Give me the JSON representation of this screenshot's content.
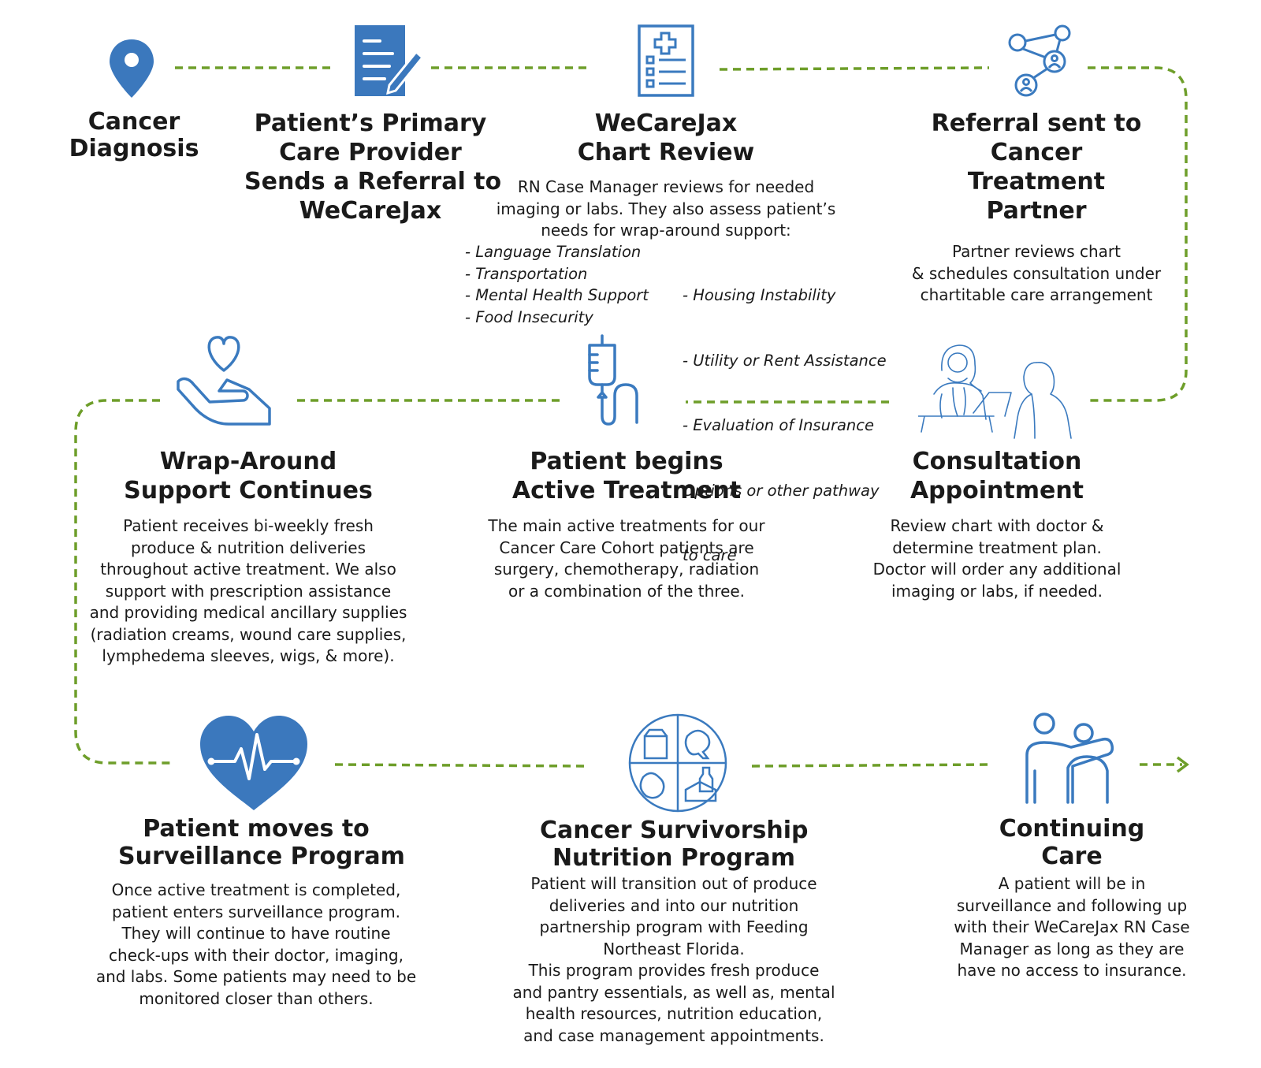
{
  "colors": {
    "connector": "#6e9e2a",
    "icon_blue": "#3a7abf",
    "icon_fill": "#3b78bd"
  },
  "steps": [
    {
      "title_lines": [
        "Cancer",
        "Diagnosis"
      ],
      "desc_lines": []
    },
    {
      "title_lines": [
        "Patient’s Primary",
        "Care Provider",
        "Sends a Referral to",
        "WeCareJax"
      ],
      "desc_lines": []
    },
    {
      "title_lines": [
        "WeCareJax",
        "Chart Review"
      ],
      "desc_lines": [
        "RN Case Manager reviews for needed",
        "imaging or labs. They also assess patient’s",
        "needs for wrap-around support:"
      ],
      "needs_left": [
        "- Language Translation",
        "- Transportation",
        "- Mental Health Support",
        "- Food Insecurity"
      ],
      "needs_right": [
        " - Housing Instability",
        " - Utility or Rent Assistance",
        " - Evaluation of Insurance",
        "Options or other pathway",
        "to care"
      ]
    },
    {
      "title_lines": [
        "Referral sent to",
        "Cancer",
        "Treatment",
        "Partner"
      ],
      "desc_lines": [
        "Partner reviews chart",
        "& schedules consultation under",
        "chartitable care arrangement"
      ]
    },
    {
      "title_lines": [
        "Consultation",
        "Appointment"
      ],
      "desc_lines": [
        "Review chart with doctor &",
        "determine treatment plan.",
        "Doctor will order any additional",
        "imaging or labs, if needed."
      ]
    },
    {
      "title_lines": [
        "Patient begins",
        "Active Treatment"
      ],
      "desc_lines": [
        "The main active treatments for our",
        "Cancer Care Cohort patients are",
        "surgery, chemotherapy, radiation",
        "or a combination of the three."
      ]
    },
    {
      "title_lines": [
        "Wrap-Around",
        "Support Continues"
      ],
      "desc_lines": [
        "Patient receives bi-weekly fresh",
        "produce & nutrition deliveries",
        "throughout active treatment. We also",
        "support with prescription assistance",
        "and providing medical ancillary supplies",
        "(radiation creams, wound care supplies,",
        "lymphedema sleeves, wigs, & more)."
      ]
    },
    {
      "title_lines": [
        "Patient moves to",
        "Surveillance Program"
      ],
      "desc_lines": [
        "Once active treatment is completed,",
        "patient enters surveillance program.",
        "They will continue to have routine",
        "check-ups with their doctor, imaging,",
        "and labs. Some patients may need to be",
        "monitored closer than others."
      ]
    },
    {
      "title_lines": [
        "Cancer Survivorship",
        "Nutrition Program"
      ],
      "desc_lines": [
        "Patient will transition out of produce",
        "deliveries and into our nutrition",
        "partnership program with Feeding",
        "Northeast Florida.",
        "This program provides fresh produce",
        "and pantry essentials, as well as, mental",
        "health resources, nutrition education,",
        "and case management appointments."
      ]
    },
    {
      "title_lines": [
        "Continuing",
        "Care"
      ],
      "desc_lines": [
        "A patient will be in",
        "surveillance and following up",
        "with their WeCareJax RN Case",
        "Manager as long as they are",
        "have no access to insurance."
      ]
    }
  ],
  "icons": [
    "location-pin",
    "document-edit",
    "medical-chart",
    "network-people",
    "heart-hand",
    "iv-drip",
    "doctor-consultation",
    "heartbeat",
    "nutrition-plate",
    "support-people"
  ]
}
